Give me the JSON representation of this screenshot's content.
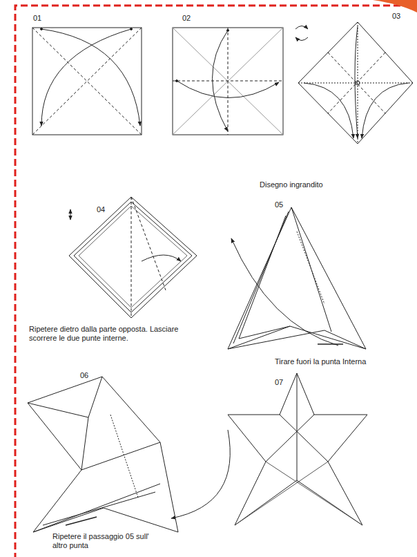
{
  "diagram": {
    "labels": [
      "01",
      "02",
      "03",
      "04",
      "Disegno ingrandito",
      "05",
      "Ripetere dietro dalla parte opposta. Lasciare scorrere le due punte interne.",
      "Tirare fuori la punta Interna",
      "06",
      "07",
      "Ripetere il passaggio 05 sull' altro punta"
    ]
  }
}
